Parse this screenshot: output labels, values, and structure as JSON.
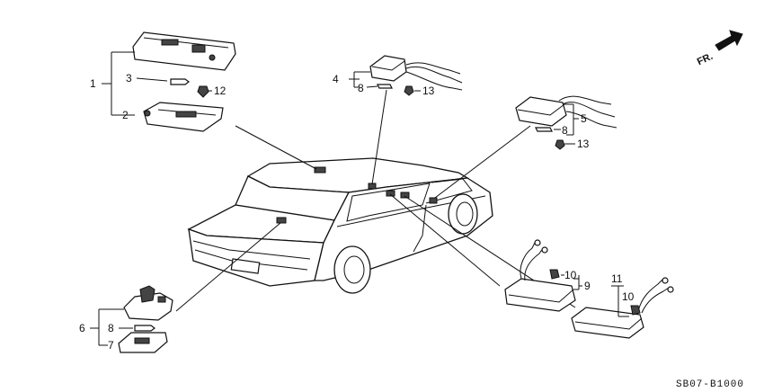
{
  "labels": {
    "p1": "1",
    "p2": "2",
    "p3": "3",
    "p12": "12",
    "p4": "4",
    "p8a": "8",
    "p13a": "13",
    "p5": "5",
    "p8b": "8",
    "p13b": "13",
    "p6": "6",
    "p8c": "8",
    "p7": "7",
    "p10a": "10",
    "p9": "9",
    "p11": "11",
    "p10b": "10"
  },
  "direction": {
    "text": "FR."
  },
  "diagram_code": "SB07-B1000"
}
